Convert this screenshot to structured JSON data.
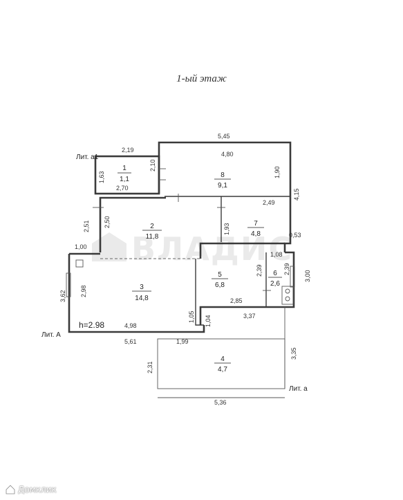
{
  "title": "1-ый этаж",
  "watermark": "ВЛАДИС",
  "brand": "Домклик",
  "labels": {
    "lit_a1": "Лит. а1",
    "lit_A": "Лит. А",
    "lit_a": "Лит. а",
    "height": "h=2.98"
  },
  "rooms": [
    {
      "num": "1",
      "area": "1,1"
    },
    {
      "num": "8",
      "area": "9,1"
    },
    {
      "num": "2",
      "area": "11,8"
    },
    {
      "num": "7",
      "area": "4,8"
    },
    {
      "num": "3",
      "area": "14,8"
    },
    {
      "num": "5",
      "area": "6,8"
    },
    {
      "num": "6",
      "area": "2,6"
    },
    {
      "num": "4",
      "area": "4,7"
    }
  ],
  "dims": {
    "d545": "5,45",
    "d219": "2,19",
    "d480": "4,80",
    "d210": "2,10",
    "d163": "1,63",
    "d270": "2,70",
    "d190": "1,90",
    "d415": "4,15",
    "d249": "2,49",
    "d251": "2,51",
    "d250": "2,50",
    "d193": "1,93",
    "d053": "0,53",
    "d100": "1,00",
    "d108": "1,08",
    "d239a": "2,39",
    "d239b": "2,39",
    "d300": "3,00",
    "d362": "3,62",
    "d298": "2,98",
    "d285": "2,85",
    "d105": "1,05",
    "d337": "3,37",
    "d104": "1,04",
    "d498": "4,98",
    "d561": "5,61",
    "d199": "1,99",
    "d335": "3,35",
    "d231": "2,31",
    "d536": "5,36"
  }
}
